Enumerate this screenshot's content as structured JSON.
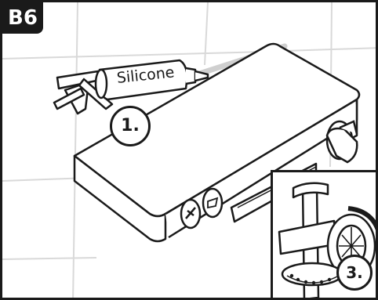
{
  "step_label": "B6",
  "product_label": "Silicone",
  "callouts": [
    "1.",
    "3."
  ],
  "colors": {
    "line": "#1a1a1a",
    "tile_grid": "#d9d9d9",
    "silicone_bead": "#cfcfcf"
  },
  "icons": [
    "silicone-tube",
    "caulk-gun",
    "shower-thermostat",
    "temperature-knob",
    "hand-shower-button",
    "overhead-shower-button",
    "mounting-bracket"
  ]
}
